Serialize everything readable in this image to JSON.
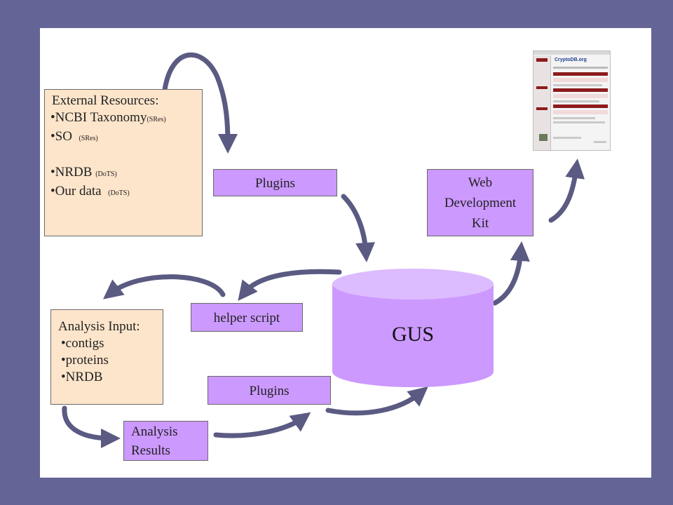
{
  "external_resources": {
    "title": "External Resources:",
    "items": [
      {
        "name": "NCBI Taxonomy",
        "tag": "(SRes)"
      },
      {
        "name": "SO",
        "tag": "(SRes)"
      },
      {
        "name": "NRDB",
        "tag": "(DoTS)"
      },
      {
        "name": "Our data",
        "tag": "(DoTS)"
      }
    ]
  },
  "plugins_top": {
    "label": "Plugins"
  },
  "web_dev_kit": {
    "lines": [
      "Web",
      "Development",
      "Kit"
    ]
  },
  "database": {
    "label": "GUS"
  },
  "helper_script": {
    "label": "helper script"
  },
  "analysis_input": {
    "title": "Analysis Input:",
    "items": [
      "contigs",
      "proteins",
      "NRDB"
    ]
  },
  "plugins_bottom": {
    "label": "Plugins"
  },
  "analysis_results": {
    "lines": [
      "Analysis",
      "Results"
    ]
  },
  "website_thumbnail": {
    "site_name": "CryptoDB.org"
  },
  "colors": {
    "frame": "#646496",
    "arrow": "#5a5a82",
    "resource_box": "#fde5cb",
    "process_box": "#cc99ff",
    "cylinder": "#cc99ff"
  }
}
